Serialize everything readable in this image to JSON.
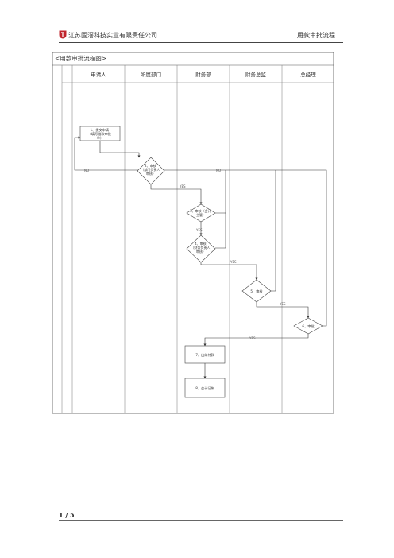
{
  "header": {
    "company": "江苏固滘科技实业有限责任公司",
    "doc_title": "用款审批流程"
  },
  "chart": {
    "title": "<用款审批流程图>",
    "lanes": [
      "申请人",
      "所属部门",
      "财务部",
      "财务总监",
      "总经理"
    ],
    "steps": {
      "s1": [
        "1、提交申请",
        "（填写借款审批",
        "单）"
      ],
      "s2": [
        "2、审核",
        "（部门负责人",
        "审核）"
      ],
      "s3": [
        "3、审核（会计",
        "主管）"
      ],
      "s4": [
        "4、审核",
        "（财务负责人",
        "审核）"
      ],
      "s5": [
        "5、审核"
      ],
      "s6": [
        "6、审批"
      ],
      "s7": [
        "7、出纳付款"
      ],
      "s8": [
        "8、会计记帐"
      ]
    },
    "edge_labels": {
      "no1": "NO",
      "no2": "NO",
      "yes1": "YES",
      "yes2": "YES",
      "yes3": "YES",
      "yes4": "YES",
      "yes5": "YES"
    }
  },
  "footer": {
    "page": "1 / 5"
  }
}
